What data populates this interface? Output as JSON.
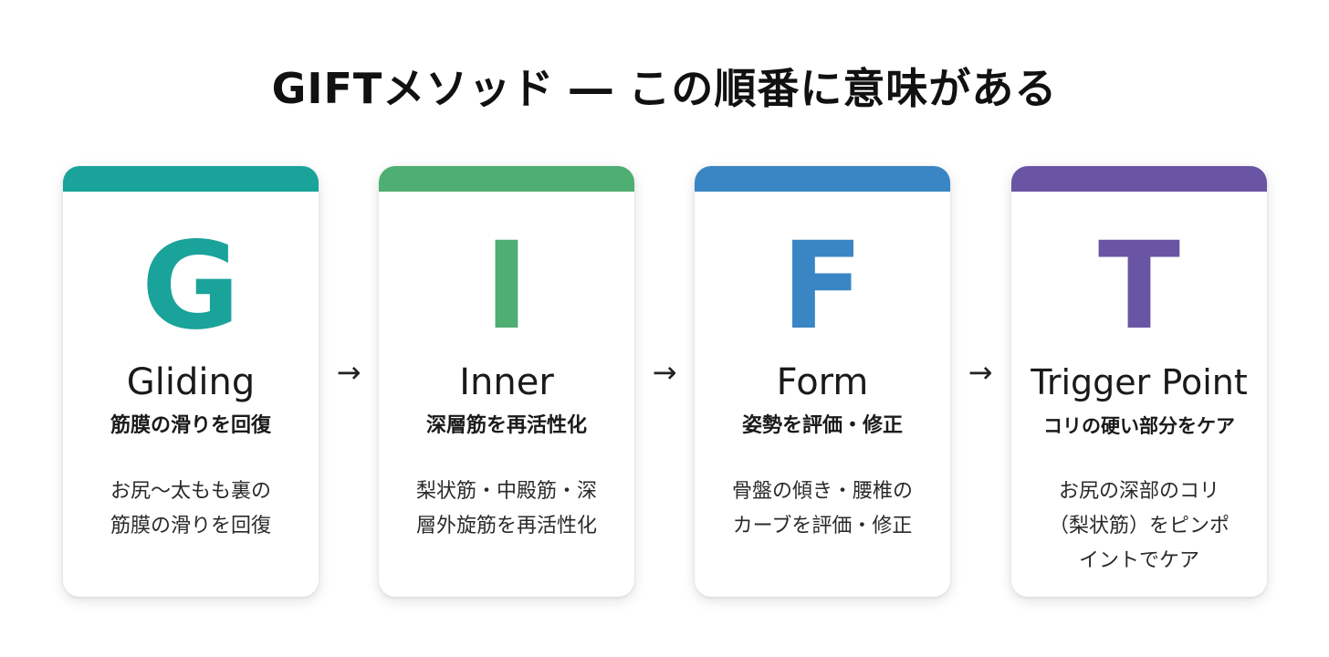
{
  "title": "GIFTメソッド ― この順番に意味がある",
  "colors": {
    "g": "#1aa39a",
    "i": "#4fae72",
    "f": "#3a86c4",
    "t": "#6a55a4"
  },
  "cards": [
    {
      "letter": "G",
      "name": "Gliding",
      "subtitle": "筋膜の滑りを回復",
      "desc_lines": [
        "お尻〜太もも裏の",
        "筋膜の滑りを回復"
      ]
    },
    {
      "letter": "I",
      "name": "Inner",
      "subtitle": "深層筋を再活性化",
      "desc_lines": [
        "梨状筋・中殿筋・深",
        "層外旋筋を再活性化"
      ]
    },
    {
      "letter": "F",
      "name": "Form",
      "subtitle": "姿勢を評価・修正",
      "desc_lines": [
        "骨盤の傾き・腰椎の",
        "カーブを評価・修正"
      ]
    },
    {
      "letter": "T",
      "name": "Trigger Point",
      "subtitle": "コリの硬い部分をケア",
      "desc_lines": [
        "お尻の深部のコリ",
        "（梨状筋）をピンポ",
        "イントでケア"
      ]
    }
  ],
  "arrows": [
    "→",
    "→",
    "→"
  ]
}
